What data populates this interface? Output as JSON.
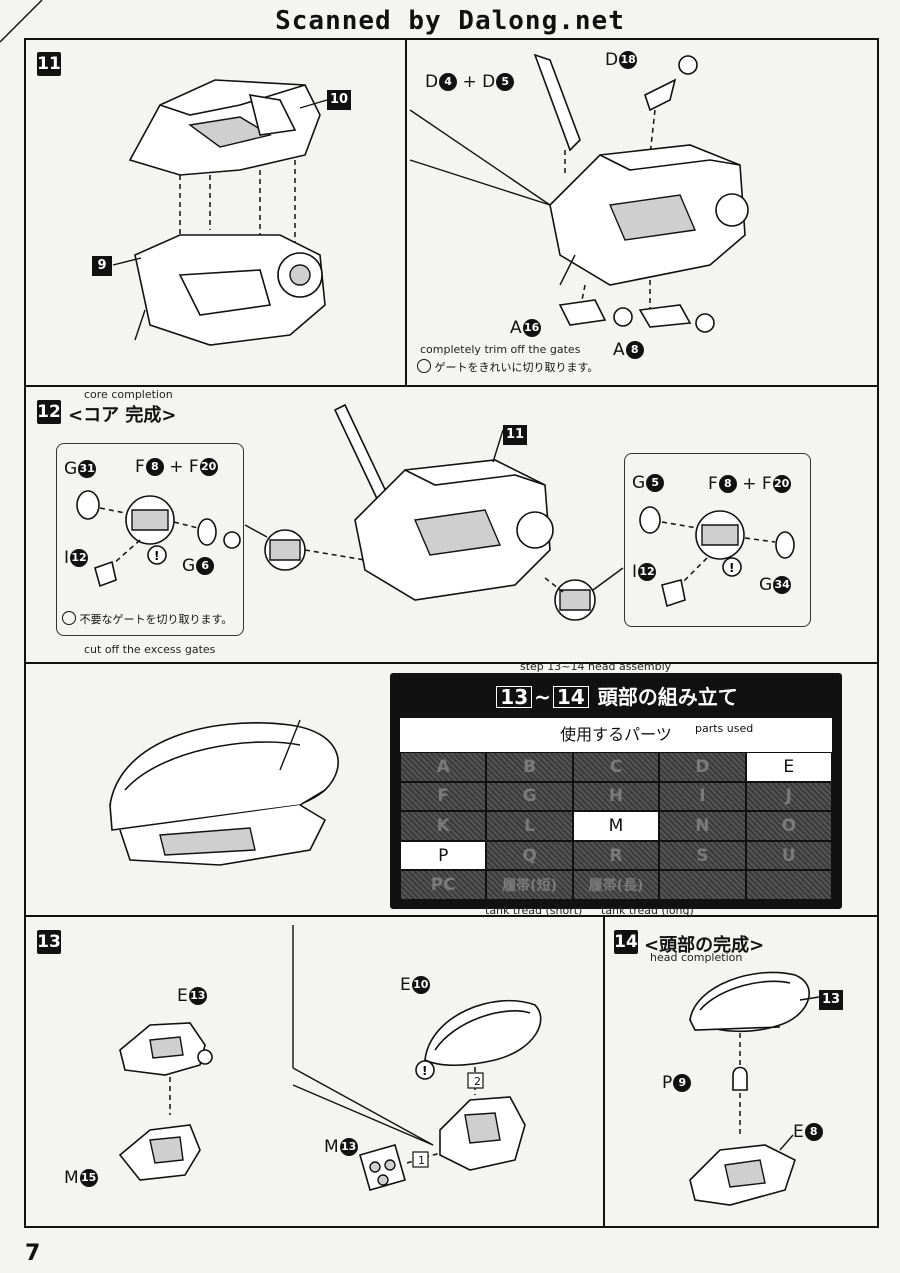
{
  "header": {
    "scan_title": "Scanned by Dalong.net"
  },
  "page_number": "7",
  "step11": {
    "num": "11",
    "left": {
      "tag_top": "10",
      "tag_bottom": "9"
    },
    "right": {
      "label_d4d5": "D",
      "d4": "4",
      "plus": "+ D",
      "d5": "5",
      "d18_prefix": "D",
      "d18": "18",
      "a16_prefix": "A",
      "a16": "16",
      "a8_prefix": "A",
      "a8": "8",
      "note_en": "completely trim off the gates",
      "note_jp": "ゲートをきれいに切り取ります。"
    }
  },
  "step12": {
    "num": "12",
    "title_en": "core completion",
    "title_jp": "<コア 完成>",
    "tag_center": "11",
    "left_inset": {
      "g31_prefix": "G",
      "g31": "31",
      "f8_prefix": "F",
      "f8": "8",
      "plus_f": "+ F",
      "f20": "20",
      "i12_prefix": "I",
      "i12": "12",
      "g6_prefix": "G",
      "g6": "6",
      "note_jp": "不要なゲートを切り取ります。"
    },
    "note_en": "cut off the excess gates",
    "right_inset": {
      "g5_prefix": "G",
      "g5": "5",
      "f8_prefix": "F",
      "f8": "8",
      "plus_f": "+ F",
      "f20": "20",
      "i12_prefix": "I",
      "i12": "12",
      "g34_prefix": "G",
      "g34": "34"
    }
  },
  "parts_panel": {
    "step_en": "step 13~14 head assembly",
    "head_a": "13",
    "head_sep": "~",
    "head_b": "14",
    "head_jp": "頭部の組み立て",
    "used_jp": "使用するパーツ",
    "used_en": "parts used",
    "cells": [
      {
        "label": "A",
        "used": false
      },
      {
        "label": "B",
        "used": false
      },
      {
        "label": "C",
        "used": false
      },
      {
        "label": "D",
        "used": false
      },
      {
        "label": "E",
        "used": true
      },
      {
        "label": "F",
        "used": false
      },
      {
        "label": "G",
        "used": false
      },
      {
        "label": "H",
        "used": false
      },
      {
        "label": "I",
        "used": false
      },
      {
        "label": "J",
        "used": false
      },
      {
        "label": "K",
        "used": false
      },
      {
        "label": "L",
        "used": false
      },
      {
        "label": "M",
        "used": true
      },
      {
        "label": "N",
        "used": false
      },
      {
        "label": "O",
        "used": false
      },
      {
        "label": "P",
        "used": true
      },
      {
        "label": "Q",
        "used": false
      },
      {
        "label": "R",
        "used": false
      },
      {
        "label": "S",
        "used": false
      },
      {
        "label": "U",
        "used": false
      },
      {
        "label": "PC",
        "used": false
      },
      {
        "label": "履帯(短)",
        "used": false
      },
      {
        "label": "履帯(長)",
        "used": false
      },
      {
        "label": "",
        "used": false
      },
      {
        "label": "",
        "used": false
      }
    ],
    "tread_short_en": "tank tread (short)",
    "tread_long_en": "tank tread (long)"
  },
  "step13": {
    "num": "13",
    "e13_prefix": "E",
    "e13": "13",
    "m15_prefix": "M",
    "m15": "15",
    "e10_prefix": "E",
    "e10": "10",
    "m13_prefix": "M",
    "m13": "13",
    "order1": "1",
    "order2": "2"
  },
  "step14": {
    "num": "14",
    "title_jp": "<頭部の完成>",
    "title_en": "head completion",
    "tag": "13",
    "p9_prefix": "P",
    "p9": "9",
    "e8_prefix": "E",
    "e8": "8"
  }
}
